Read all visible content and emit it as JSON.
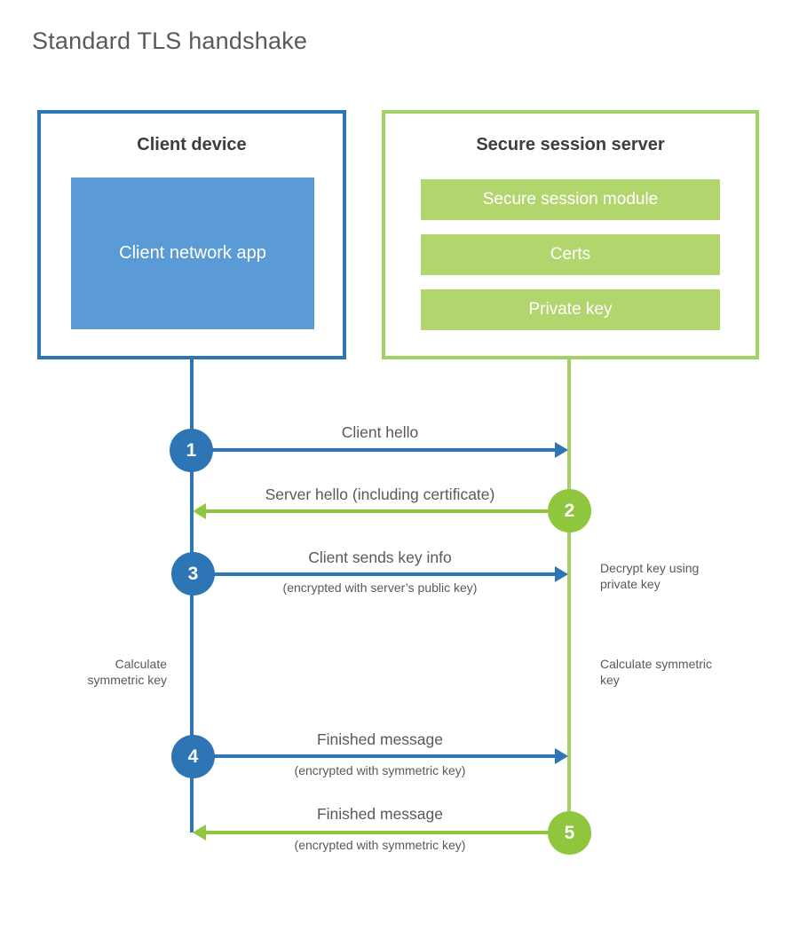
{
  "title": "Standard TLS handshake",
  "colors": {
    "blue": "#2e75b6",
    "blue_light": "#5b9bd5",
    "green": "#8fc63e",
    "green_border": "#a3d164",
    "green_light": "#b3d56e",
    "text_dark": "#3d3d3d",
    "text_gray": "#595959",
    "title_gray": "#5a5a5a"
  },
  "client": {
    "title": "Client device",
    "module": "Client network app"
  },
  "server": {
    "title": "Secure session server",
    "modules": [
      "Secure session module",
      "Certs",
      "Private key"
    ]
  },
  "steps": [
    {
      "num": "1",
      "label": "Client hello",
      "sub": "",
      "direction": "client-to-server",
      "color": "blue"
    },
    {
      "num": "2",
      "label": "Server hello (including certificate)",
      "sub": "",
      "direction": "server-to-client",
      "color": "green"
    },
    {
      "num": "3",
      "label": "Client sends key info",
      "sub": "(encrypted with server’s public key)",
      "direction": "client-to-server",
      "color": "blue"
    },
    {
      "num": "4",
      "label": "Finished message",
      "sub": "(encrypted with symmetric key)",
      "direction": "client-to-server",
      "color": "blue"
    },
    {
      "num": "5",
      "label": "Finished message",
      "sub": "(encrypted with symmetric key)",
      "direction": "server-to-client",
      "color": "green"
    }
  ],
  "notes": {
    "decrypt": "Decrypt key using private key",
    "calc_left": "Calculate symmetric key",
    "calc_right": "Calculate symmetric key"
  }
}
